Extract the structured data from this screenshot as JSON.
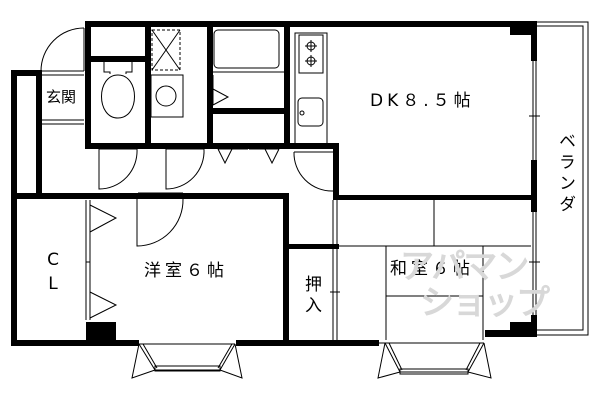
{
  "floor_plan": {
    "rooms": [
      {
        "id": "entrance",
        "label": "玄関"
      },
      {
        "id": "dining_kitchen",
        "label": "DK８.５帖"
      },
      {
        "id": "western_room",
        "label": "洋室６帖"
      },
      {
        "id": "japanese_room",
        "label": "和室６帖"
      },
      {
        "id": "closet",
        "label": "CL"
      },
      {
        "id": "oshiire",
        "label": "押入"
      },
      {
        "id": "balcony",
        "label": "ベランダ"
      }
    ],
    "fixtures": [
      "toilet",
      "washing-machine-space",
      "washbasin",
      "bathtub",
      "stove",
      "kitchen-sink"
    ],
    "watermark": {
      "line1": "アパマン",
      "line2": "ショップ"
    },
    "colors": {
      "wall": "#000000",
      "background": "#ffffff",
      "watermark": "#d8d8d8"
    }
  }
}
